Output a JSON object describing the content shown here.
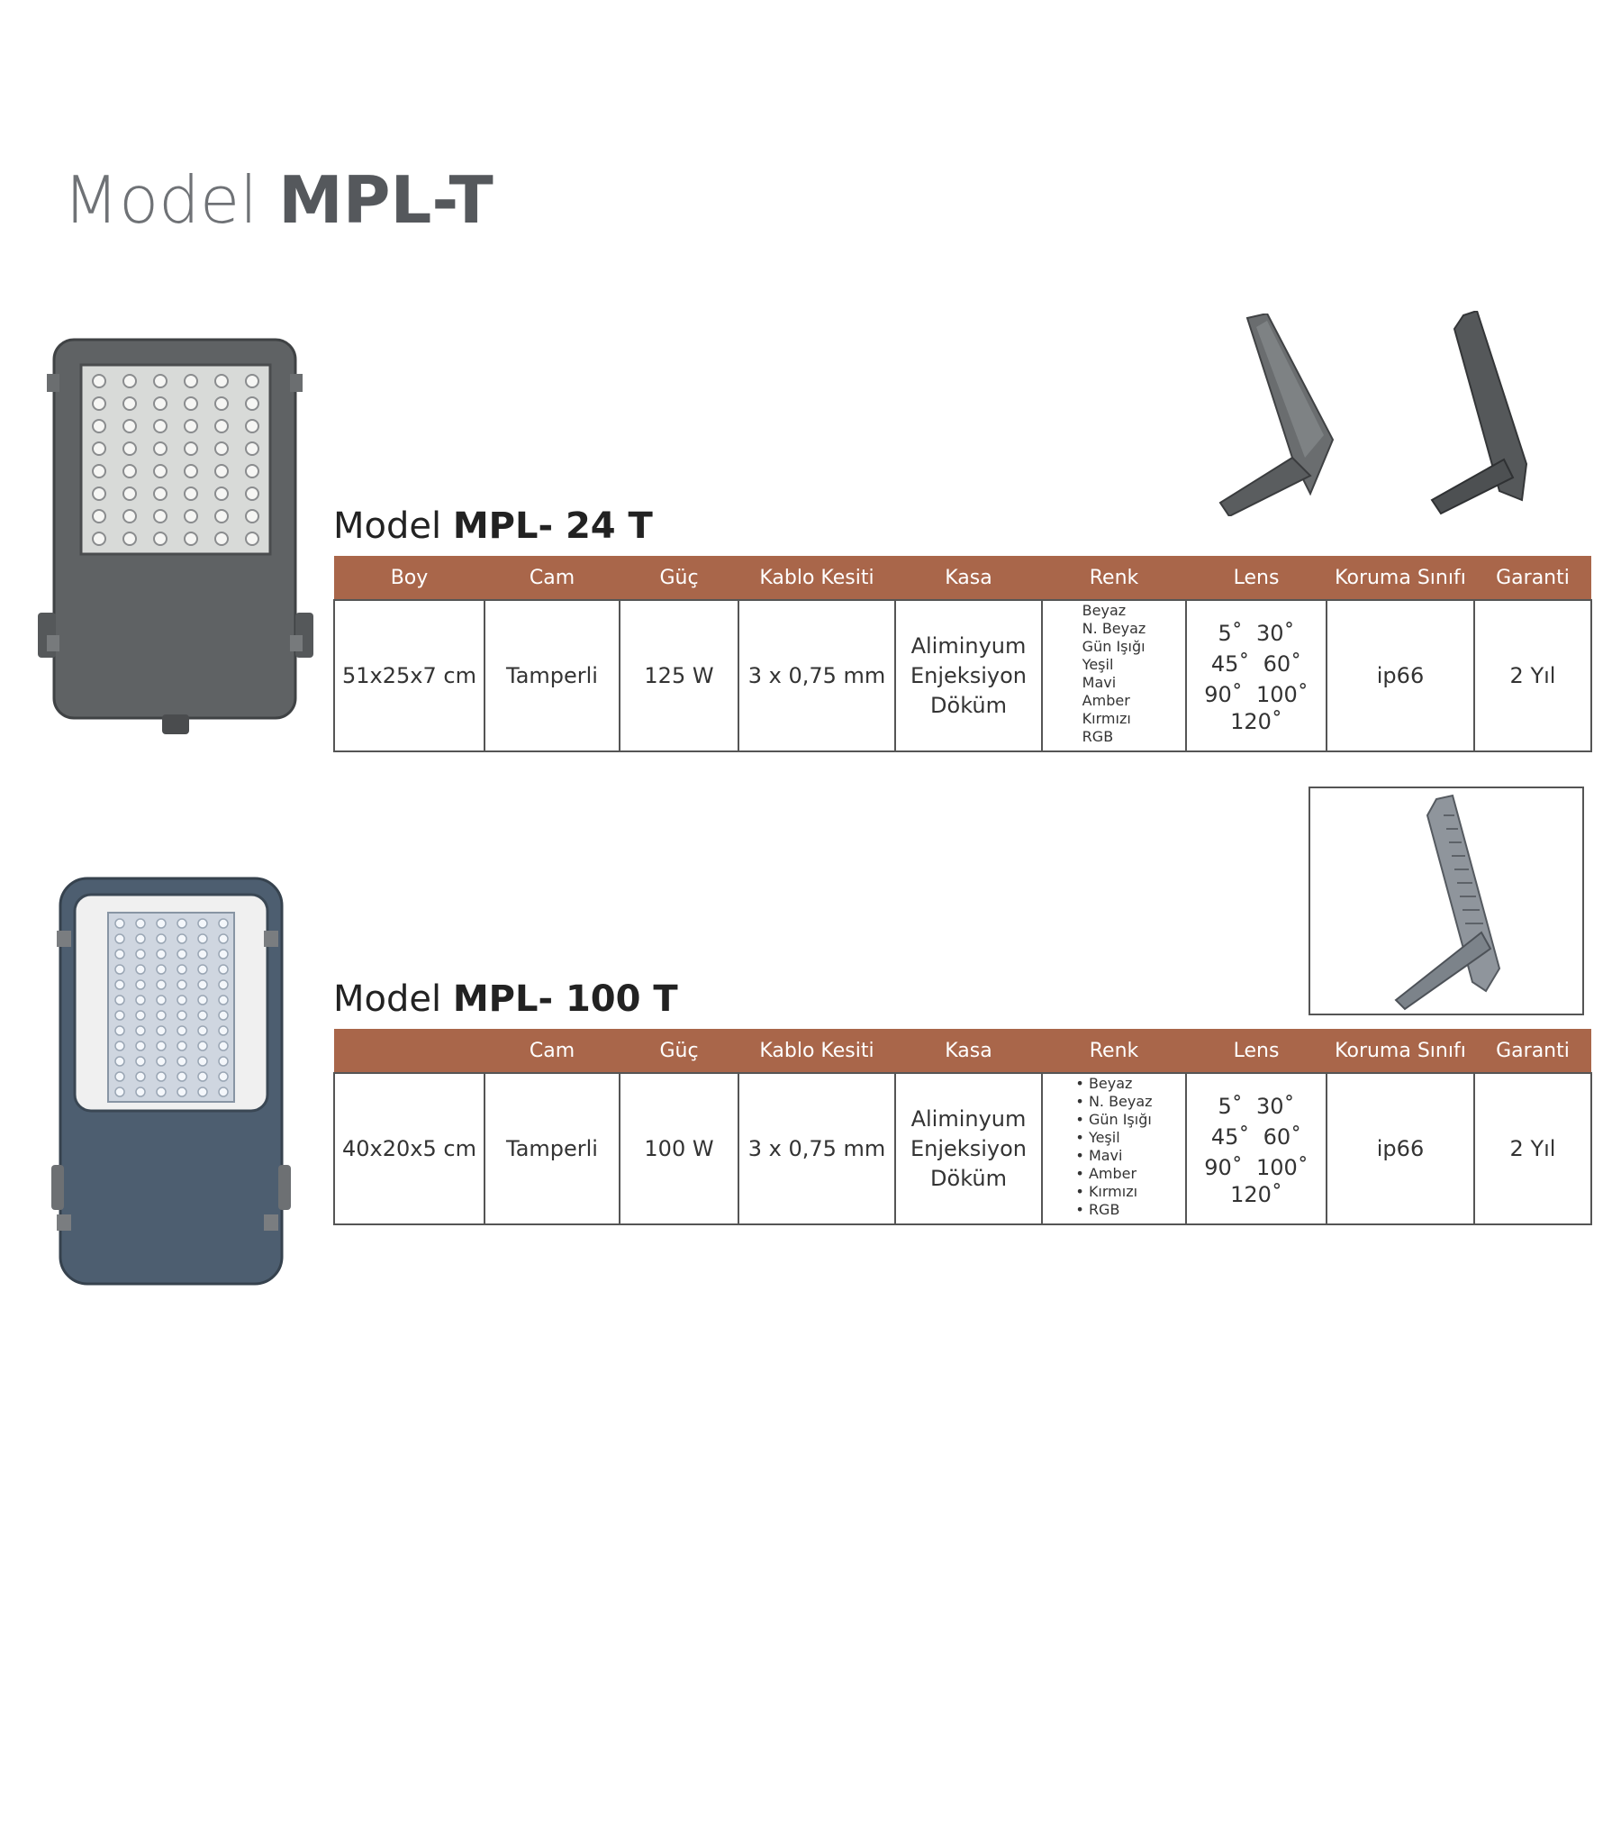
{
  "page": {
    "title_light": "Model",
    "title_bold": "MPL-T"
  },
  "columns": [
    "Boy",
    "Cam",
    "Güç",
    "Kablo Kesiti",
    "Kasa",
    "Renk",
    "Lens",
    "Koruma Sınıfı",
    "Garanti"
  ],
  "models": [
    {
      "heading_light": "Model",
      "heading_bold": "MPL- 24 T",
      "headers": [
        "Boy",
        "Cam",
        "Güç",
        "Kablo Kesiti",
        "Kasa",
        "Renk",
        "Lens",
        "Koruma Sınıfı",
        "Garanti"
      ],
      "boy": "51x25x7 cm",
      "cam": "Tamperli",
      "guc": "125 W",
      "kablo": "3 x 0,75 mm",
      "kasa": [
        "Aliminyum",
        "Enjeksiyon",
        "Döküm"
      ],
      "renk": [
        "Beyaz",
        "N. Beyaz",
        "Gün Işığı",
        "Yeşil",
        "Mavi",
        "Amber",
        "Kırmızı",
        "RGB"
      ],
      "lens": [
        "5˚  30˚",
        "45˚  60˚",
        "90˚  100˚",
        "120˚"
      ],
      "koruma": "ip66",
      "garanti": "2 Yıl"
    },
    {
      "heading_light": "Model",
      "heading_bold": "MPL- 100 T",
      "headers": [
        "",
        "Cam",
        "Güç",
        "Kablo Kesiti",
        "Kasa",
        "Renk",
        "Lens",
        "Koruma Sınıfı",
        "Garanti"
      ],
      "boy": "40x20x5 cm",
      "cam": "Tamperli",
      "guc": "100 W",
      "kablo": "3 x 0,75 mm",
      "kasa": [
        "Aliminyum",
        "Enjeksiyon",
        "Döküm"
      ],
      "renk": [
        "Beyaz",
        "N. Beyaz",
        "Gün Işığı",
        "Yeşil",
        "Mavi",
        "Amber",
        "Kırmızı",
        "RGB"
      ],
      "lens": [
        "5˚  30˚",
        "45˚  60˚",
        "90˚  100˚",
        "120˚"
      ],
      "koruma": "ip66",
      "garanti": "2 Yıl"
    }
  ],
  "colors": {
    "header_bg": "#a9664a",
    "lamp_dark": "#5f6264",
    "lamp_blue": "#4d5e70"
  }
}
